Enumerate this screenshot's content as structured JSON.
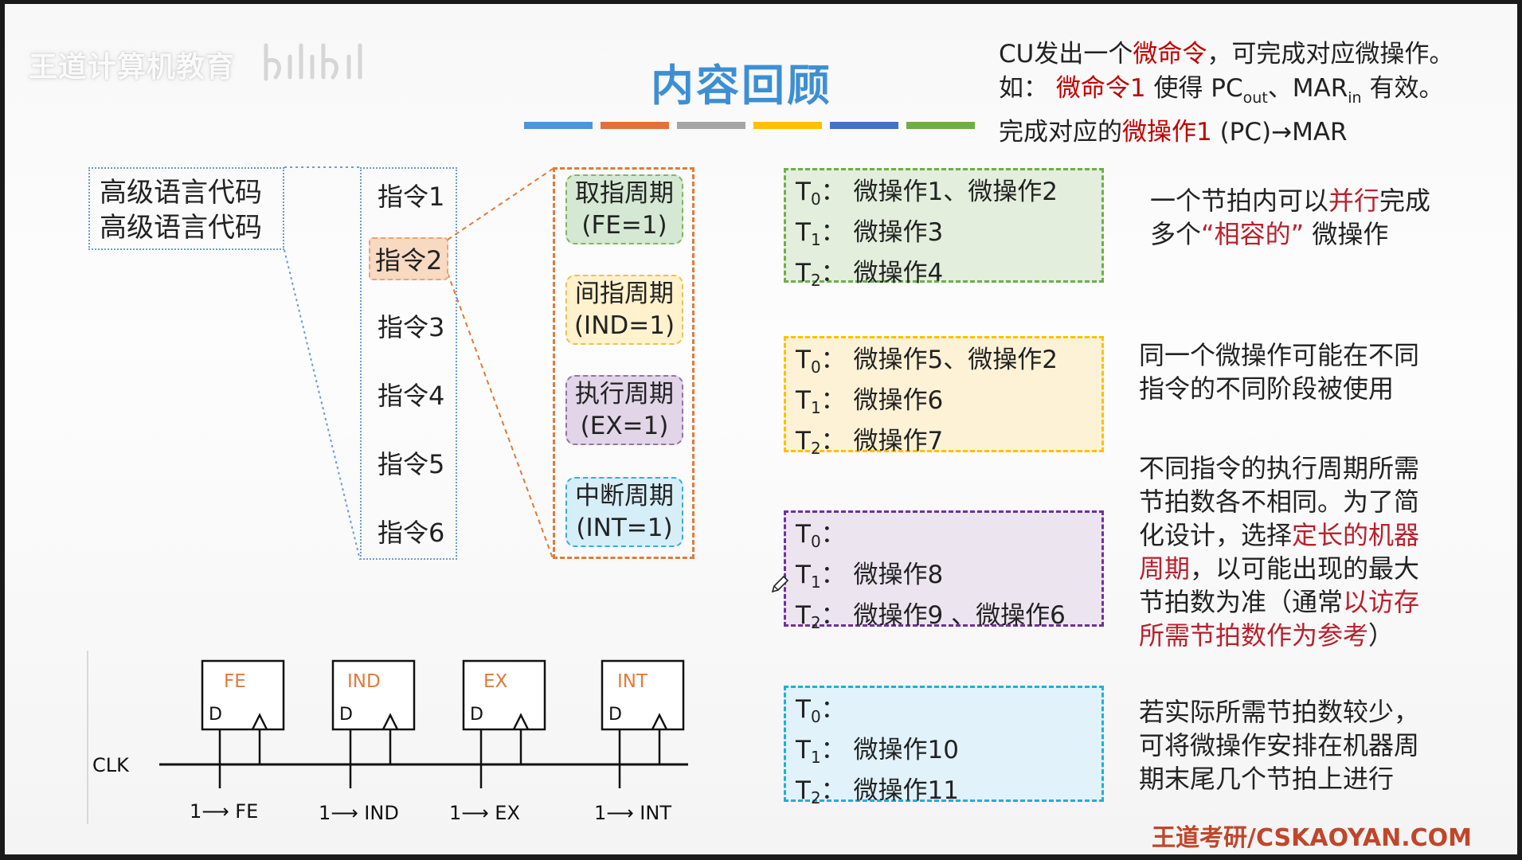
{
  "watermark": "王道计算机教育",
  "title": "内容回顾",
  "colors": {
    "bars": [
      "#4e95d9",
      "#e4703c",
      "#a5a5a5",
      "#ffc000",
      "#4472c4",
      "#70ad47"
    ],
    "accent_red": "#c00000"
  },
  "info": {
    "line1_a": "CU发出一个",
    "line1_b": "微命令",
    "line1_c": "，可完成对应微操作。",
    "line2_a": "如：",
    "line2_b": "微命令1",
    "line2_c": "使得 PC",
    "line2_sub1": "out",
    "line2_d": "、MAR",
    "line2_sub2": "in",
    "line2_e": " 有效。",
    "line3_a": "完成对应的",
    "line3_b": "微操作1",
    "line3_c": " (PC)→MAR"
  },
  "hl_code": [
    "高级语言代码",
    "高级语言代码"
  ],
  "instructions": [
    "指令1",
    "指令2",
    "指令3",
    "指令4",
    "指令5",
    "指令6"
  ],
  "selected_instruction": "指令2",
  "cycles": [
    {
      "name": "取指周期",
      "flag": "(FE=1)",
      "fill": "#d5e8d4",
      "border": "#82b366"
    },
    {
      "name": "间指周期",
      "flag": "(IND=1)",
      "fill": "#fff2cc",
      "border": "#e6c15a"
    },
    {
      "name": "执行周期",
      "flag": "(EX=1)",
      "fill": "#e1d5e7",
      "border": "#9673a6"
    },
    {
      "name": "中断周期",
      "flag": "(INT=1)",
      "fill": "#d6eef8",
      "border": "#3fa9d6"
    }
  ],
  "microboxes": [
    {
      "t0": "微操作1、微操作2",
      "t1": "微操作3",
      "t2": "微操作4",
      "fill": "#e3eedd",
      "border": "#70ad47"
    },
    {
      "t0": "微操作5、微操作2",
      "t1": "微操作6",
      "t2": "微操作7",
      "fill": "#fdf2d6",
      "border": "#ffc000"
    },
    {
      "t0": "",
      "t1": "微操作8",
      "t2": "微操作9 、微操作6",
      "fill": "#ece5f0",
      "border": "#7030a0"
    },
    {
      "t0": "",
      "t1": "微操作10",
      "t2": "微操作11",
      "fill": "#e1f2fa",
      "border": "#1fb0d8"
    }
  ],
  "time_labels": {
    "t": "T",
    "s0": "0",
    "s1": "1",
    "s2": "2",
    "colon": "："
  },
  "notes": {
    "n1_a": "一个节拍内可以",
    "n1_b": "并行",
    "n1_c": "完成",
    "n1_d": "多个",
    "n1_e": "“相容的”",
    "n1_f": "微操作",
    "n2_l1": "同一个微操作可能在不同",
    "n2_l2": "指令的不同阶段被使用",
    "n3_l1": "不同指令的执行周期所需",
    "n3_l2": "节拍数各不相同。为了简",
    "n3_l3a": "化设计，选择",
    "n3_l3b": "定长的机器",
    "n3_l4a": "周期",
    "n3_l4b": "，以可能出现的最大",
    "n3_l5a": "节拍数为准（通常",
    "n3_l5b": "以访存",
    "n3_l6a": "所需节拍数作为参考",
    "n3_l6b": "）",
    "n4_l1": "若实际所需节拍数较少，",
    "n4_l2": "可将微操作安排在机器周",
    "n4_l3": "期末尾几个节拍上进行"
  },
  "circuit": {
    "clk": "CLK",
    "d": "D",
    "flipflops": [
      "FE",
      "IND",
      "EX",
      "INT"
    ],
    "inputs": [
      "1⟶ FE",
      "1⟶ IND",
      "1⟶ EX",
      "1⟶ INT"
    ]
  },
  "footer": "王道考研/CSKAOYAN.COM"
}
